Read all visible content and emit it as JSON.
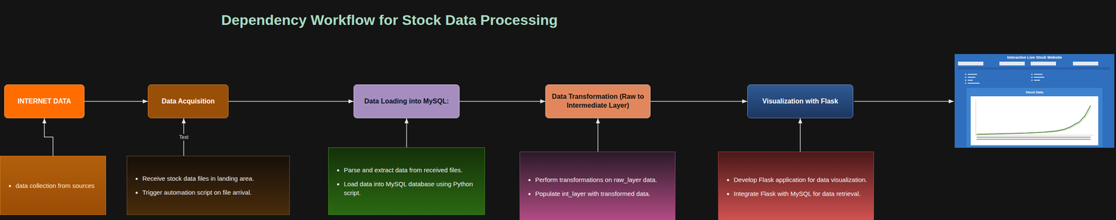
{
  "diagram": {
    "title": "Dependency Workflow for Stock Data Processing",
    "nodes": [
      {
        "text": [
          "INTERNET DATA"
        ]
      },
      {
        "text": [
          "Data Acquisition"
        ]
      },
      {
        "text": [
          "Data Loading into MySQL:"
        ]
      },
      {
        "text": [
          "Data Transformation (Raw to Intermediate Layer)"
        ]
      },
      {
        "text": [
          "Visualization with Flask"
        ]
      },
      {
        "text": [
          "data collection from sources"
        ]
      },
      {
        "text": [
          "Receive stock data files in landing area.",
          "Trigger automation script on file arrival."
        ]
      },
      {
        "text": [
          "Parse and extract data from received files.",
          "Load data into MySQL database using Python script."
        ]
      },
      {
        "text": [
          "Perform transformations on raw_layer data.",
          "Populate int_layer with transformed data."
        ]
      },
      {
        "text": [
          "Develop Flask application for data visualization.",
          "Integrate Flask with MySQL for data retrieval."
        ]
      }
    ],
    "edges": [
      {
        "from": 0,
        "to": 1,
        "arrow": "to"
      },
      {
        "from": 1,
        "to": 2,
        "arrow": "to"
      },
      {
        "from": 2,
        "to": 3,
        "arrow": "to"
      },
      {
        "from": 3,
        "to": 4,
        "arrow": "to"
      },
      {
        "from": 5,
        "to": 0,
        "arrow": "to"
      },
      {
        "from": 6,
        "to": 1,
        "label": "Text",
        "arrow": "to"
      },
      {
        "from": 7,
        "to": 2,
        "arrow": "to"
      },
      {
        "from": 8,
        "to": 3,
        "arrow": "to"
      },
      {
        "from": 9,
        "to": 4,
        "arrow": "to"
      }
    ],
    "labels": [
      "Interactive Live Stock Website",
      "Stock Data"
    ]
  }
}
